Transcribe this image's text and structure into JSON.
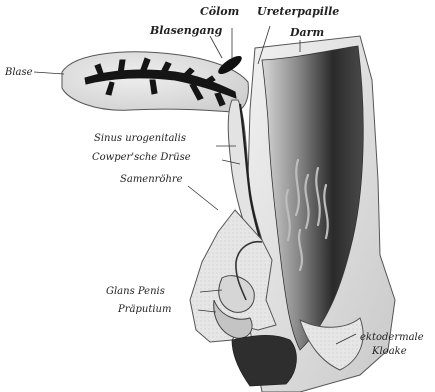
{
  "labels": {
    "colom": "Cölom",
    "ureterpapille": "Ureterpapille",
    "blasengang": "Blasengang",
    "darm": "Darm",
    "blase": "Blase",
    "sinus": "Sinus urogenitalis",
    "cowper": "Cowper'sche Drüse",
    "samenrohre": "Samenröhre",
    "glans": "Glans Penis",
    "praputium": "Präputium",
    "ekto1": "ektodermale",
    "ekto2": "Kloake"
  }
}
